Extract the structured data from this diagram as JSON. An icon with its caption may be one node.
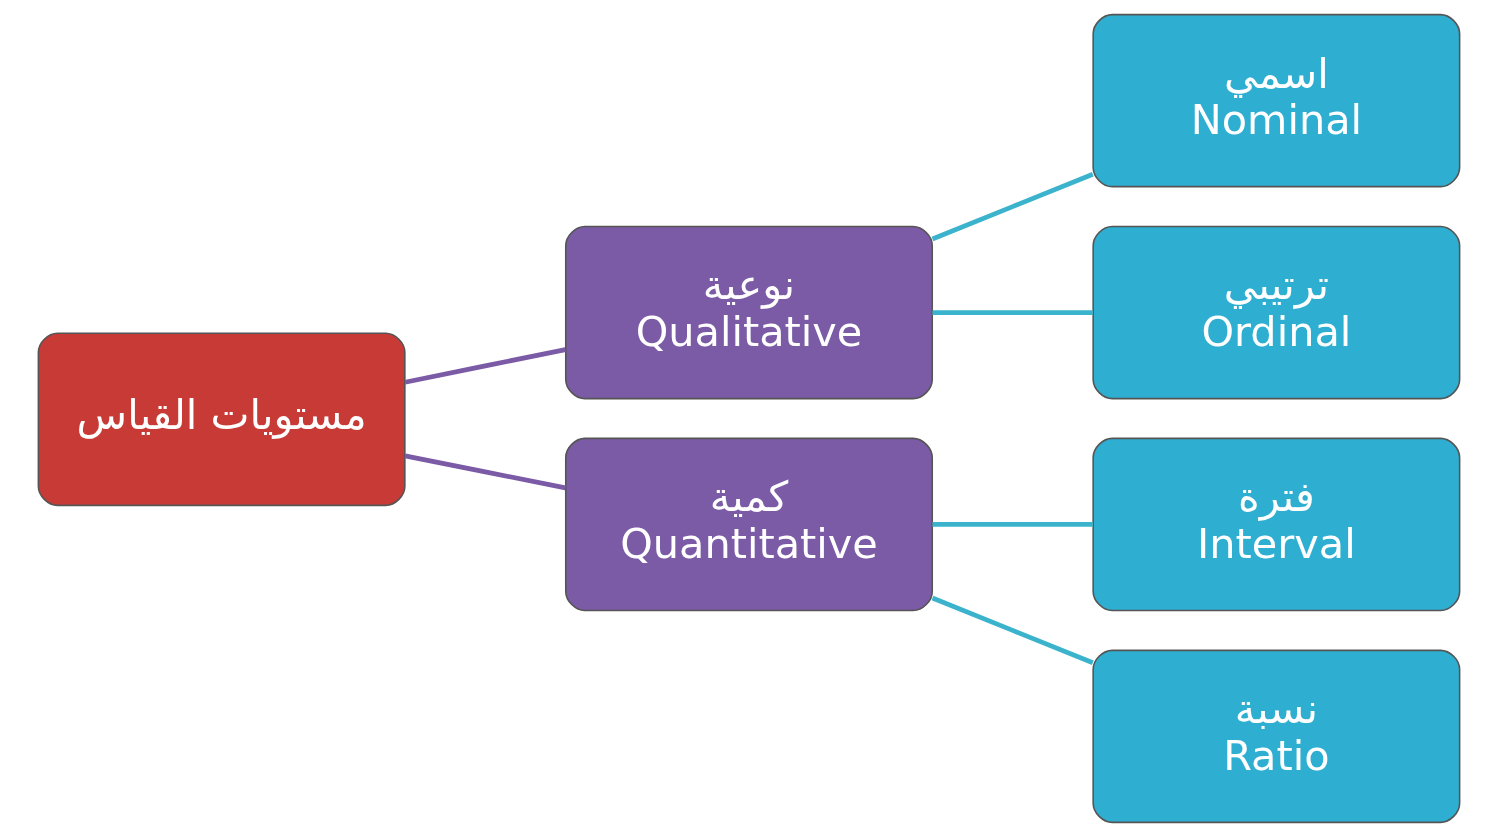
{
  "diagram": {
    "nodes": [
      {
        "text": [
          "مستويات القياس"
        ]
      },
      {
        "text": [
          "نوعية",
          "Qualitative"
        ]
      },
      {
        "text": [
          "كمية",
          "Quantitative"
        ]
      },
      {
        "text": [
          "اسمي",
          "Nominal"
        ]
      },
      {
        "text": [
          "ترتيبي",
          "Ordinal"
        ]
      },
      {
        "text": [
          "فترة",
          "Interval"
        ]
      },
      {
        "text": [
          "نسبة",
          "Ratio"
        ]
      }
    ],
    "edges": [
      {
        "from": 0,
        "to": 1,
        "arrow": "none",
        "color": "#7b5aa6"
      },
      {
        "from": 0,
        "to": 2,
        "arrow": "none",
        "color": "#7b5aa6"
      },
      {
        "from": 1,
        "to": 3,
        "arrow": "none"
      },
      {
        "from": 1,
        "to": 4,
        "arrow": "none"
      },
      {
        "from": 2,
        "to": 5,
        "arrow": "none"
      },
      {
        "from": 2,
        "to": 6,
        "arrow": "none"
      }
    ]
  }
}
